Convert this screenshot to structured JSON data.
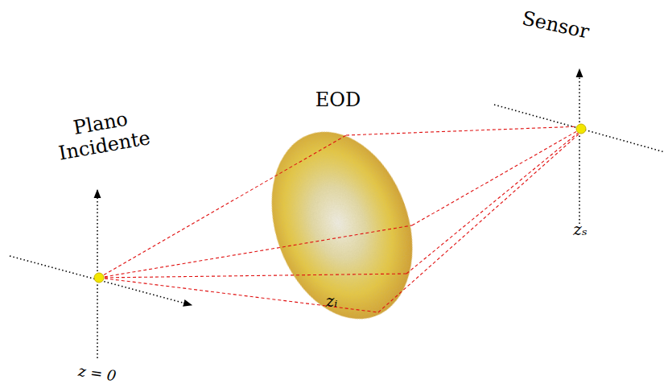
{
  "diagram": {
    "labels": [
      "Plano Incidente",
      "EOD",
      "Sensor",
      "z = 0",
      "zᵢ",
      "zₛ"
    ]
  }
}
